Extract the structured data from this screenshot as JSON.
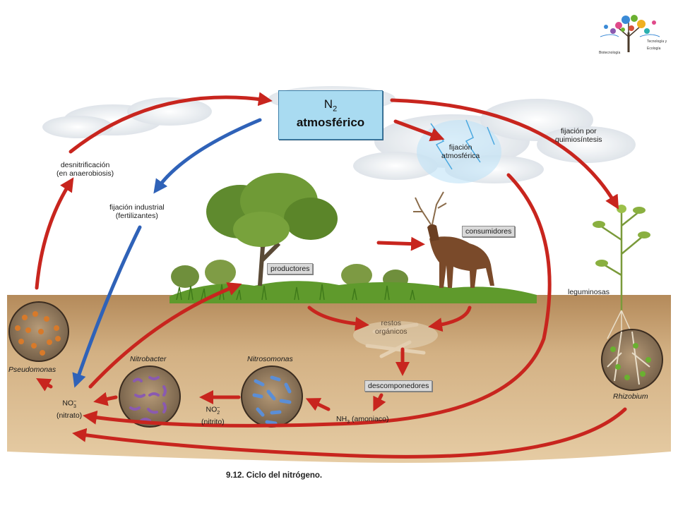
{
  "diagram": {
    "central_box": {
      "formula": "N",
      "subscript": "2",
      "label": "atmosférico"
    },
    "labels": {
      "desnitrificacion_line1": "desnitrificación",
      "desnitrificacion_line2": "(en anaerobiosis)",
      "fijacion_industrial_line1": "fijación industrial",
      "fijacion_industrial_line2": "(fertilizantes)",
      "fijacion_atmosferica_line1": "fijación",
      "fijacion_atmosferica_line2": "atmosférica",
      "fijacion_quimio_line1": "fijación por",
      "fijacion_quimio_line2": "quimiosíntesis",
      "consumidores": "consumidores",
      "productores": "productores",
      "leguminosas": "leguminosas",
      "restos_line1": "restos",
      "restos_line2": "orgánicos",
      "descomponedores": "descomponedores",
      "amoniaco_formula": "NH",
      "amoniaco_sub": "3",
      "amoniaco_name": "(amoniaco)",
      "nitrito_formula": "NO",
      "nitrito_sub": "2",
      "nitrito_sup": "–",
      "nitrito_name": "(nitrito)",
      "nitrato_formula": "NO",
      "nitrato_sub": "3",
      "nitrato_sup": "–",
      "nitrato_name": "(nitrato)",
      "pseudomonas": "Pseudomonas",
      "nitrobacter": "Nitrobacter",
      "nitrosomonas": "Nitrosomonas",
      "rhizobium": "Rhizobium"
    },
    "caption": "9.12. Ciclo del nitrógeno.",
    "logo_text": [
      "Biotecnología",
      "Tecnología y",
      "Ecología"
    ],
    "colors": {
      "red_arrow": "#c8251e",
      "blue_arrow": "#2f62b8",
      "n2_box": "#a9dbf1",
      "soil": "#c9a67a",
      "grass": "#5f9a2c",
      "tag_box": "#d9d9d9"
    }
  }
}
